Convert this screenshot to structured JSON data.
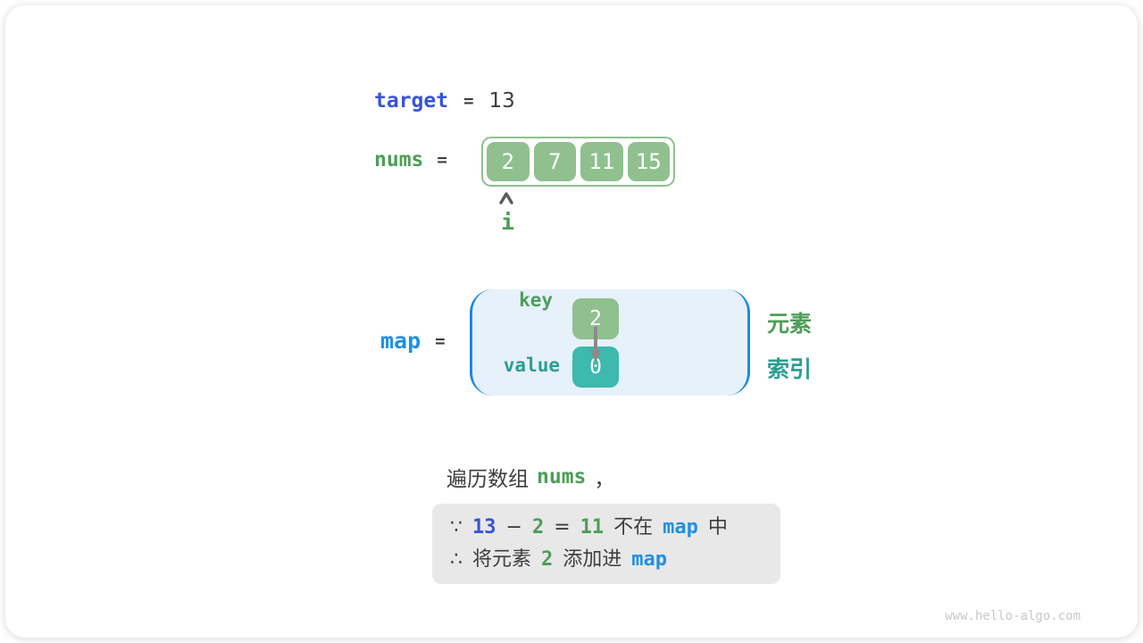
{
  "diagram": {
    "target": {
      "label": "target",
      "op": "=",
      "value": "13"
    },
    "nums": {
      "label": "nums",
      "op": "=",
      "cells": [
        "2",
        "7",
        "11",
        "15"
      ],
      "pointer": "i"
    },
    "map": {
      "label": "map",
      "op": "=",
      "key_label": "key",
      "key_value": "2",
      "value_label": "value",
      "value_value": "0",
      "legend_element": "元素",
      "legend_index": "索引"
    },
    "caption": {
      "before": "遍历数组",
      "code": "nums",
      "after": "，"
    },
    "note": {
      "line1": {
        "sym": "∵",
        "n1": "13",
        "op1": "−",
        "n2": "2",
        "op2": "=",
        "n3": "11",
        "t1": "不在",
        "code": "map",
        "t2": "中"
      },
      "line2": {
        "sym": "∴",
        "t1": "将元素",
        "n1": "2",
        "t2": "添加进",
        "code": "map"
      }
    },
    "watermark": "www.hello-algo.com"
  },
  "colors": {
    "accent_blue": "#3854d6",
    "code_blue": "#1e90e6",
    "green": "#4d9e58",
    "teal": "#2d9d93",
    "cell_green": "#8fc08e",
    "cell_teal": "#3db9ae",
    "map_fill": "#e6f1fa",
    "map_border": "#1e88e5",
    "text_dark": "#3d3d3d",
    "note_bg": "#e8e8e8",
    "watermark_gray": "#c8c8c8"
  }
}
